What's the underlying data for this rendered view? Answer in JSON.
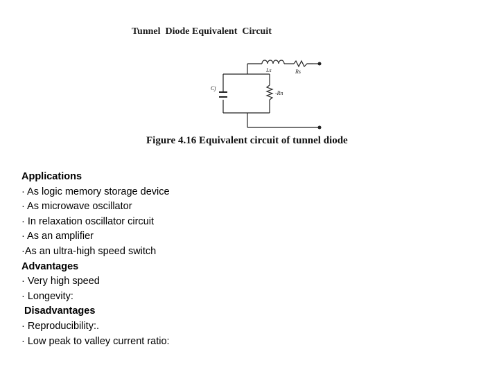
{
  "figure": {
    "title": "Tunnel  Diode Equivalent  Circuit",
    "caption": "Figure 4.16 Equivalent circuit of tunnel diode",
    "labels": {
      "inductor": "Ls",
      "series_resistor": "Rs",
      "capacitor": "Cj",
      "negative_resistor": "-Rn"
    }
  },
  "text": {
    "applications_heading": "Applications",
    "applications": [
      "· As logic memory storage device",
      "· As microwave oscillator",
      "· In relaxation oscillator circuit",
      "· As an amplifier",
      "·As an ultra-high speed switch"
    ],
    "advantages_heading": "Advantages",
    "advantages": [
      "· Very high speed",
      "· Longevity:"
    ],
    "disadvantages_heading": " Disadvantages",
    "disadvantages": [
      "· Reproducibility:.",
      "· Low peak to valley current ratio:"
    ]
  }
}
